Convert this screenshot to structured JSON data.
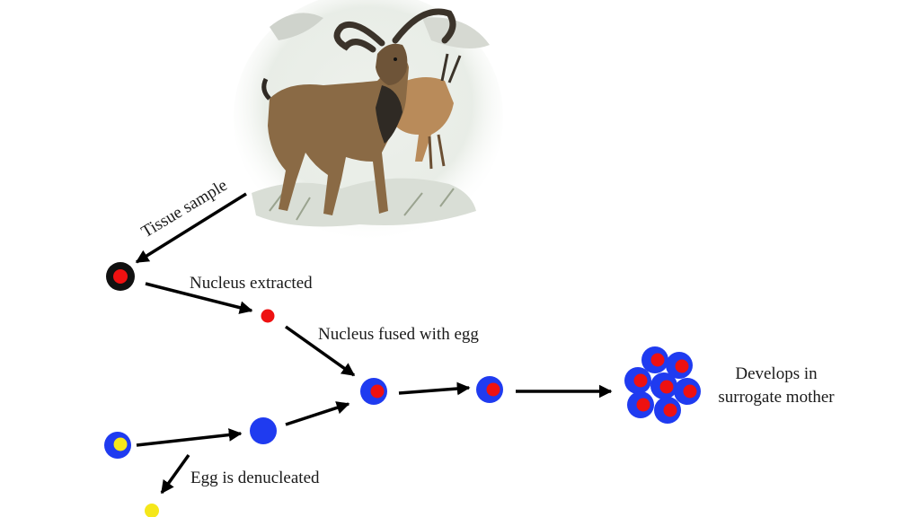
{
  "labels": {
    "tissue_sample": "Tissue sample",
    "nucleus_extracted": "Nucleus extracted",
    "nucleus_fused": "Nucleus fused with egg",
    "egg_denucleated": "Egg is denucleated",
    "develops_line1": "Develops in",
    "develops_line2": "surrogate mother"
  },
  "colors": {
    "cell_black": "#111111",
    "nucleus_red": "#ee1111",
    "egg_blue": "#1f3bf0",
    "nucleus_yellow": "#f5e71a",
    "arrow": "#000000",
    "ibex_coat": "#8a6a45",
    "ibex_dark": "#2f2a24",
    "scene_snow": "#e9ede8"
  },
  "icons": {
    "ibex": "ibex-illustration"
  }
}
